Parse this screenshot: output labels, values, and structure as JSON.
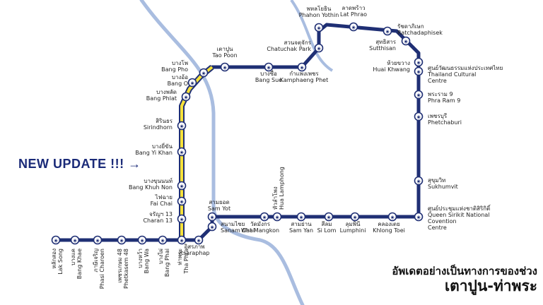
{
  "callout": "NEW UPDATE !!! →",
  "caption": {
    "line1": "อัพเดตอย่างเป็นทางการของช่วง",
    "line2": "เตาปูน-ท่าพระ"
  },
  "colors": {
    "blue_line": "#1f2f74",
    "yellow_segment": "#f6e13a",
    "river": "#a9bde0",
    "station_fill": "#ffffff"
  },
  "station_icon": "metro-train-icon",
  "stations": [
    {
      "th": "หลักสอง",
      "en": "Lak Song"
    },
    {
      "th": "บางแค",
      "en": "Bang Khae"
    },
    {
      "th": "ภาษีเจริญ",
      "en": "Phasi Charoen"
    },
    {
      "th": "เพชรเกษม 48",
      "en": "Phetkasem 48"
    },
    {
      "th": "บางหว้า",
      "en": "Bang Wa"
    },
    {
      "th": "บางไผ่",
      "en": "Bang Phai"
    },
    {
      "th": "ท่าพระ",
      "en": "Tha Phra"
    },
    {
      "th": "อิสรภาพ",
      "en": "Itsaraphap"
    },
    {
      "th": "สนามไชย",
      "en": "Sanam Chai"
    },
    {
      "th": "สามยอด",
      "en": "Sam Yot"
    },
    {
      "th": "วัดมังกร",
      "en": "Wat Mangkon"
    },
    {
      "th": "หัวลำโพง",
      "en": "Hua Lamphong"
    },
    {
      "th": "สามย่าน",
      "en": "Sam Yan"
    },
    {
      "th": "สีลม",
      "en": "Si Lom"
    },
    {
      "th": "ลุมพินี",
      "en": "Lumphini"
    },
    {
      "th": "คลองเตย",
      "en": "Khlong Toei"
    },
    {
      "th": "ศูนย์ประชุมแห่งชาติสิริกิติ์",
      "en": "Queen Sirikit National Covention Centre"
    },
    {
      "th": "สุขุมวิท",
      "en": "Sukhumvit"
    },
    {
      "th": "เพชรบุรี",
      "en": "Phetchaburi"
    },
    {
      "th": "พระราม 9",
      "en": "Phra Ram 9"
    },
    {
      "th": "ศูนย์วัฒนธรรมแห่งประเทศไทย",
      "en": "Thailand Cultural Centre"
    },
    {
      "th": "ห้วยขวาง",
      "en": "Huai Khwang"
    },
    {
      "th": "สุทธิสาร",
      "en": "Sutthisan"
    },
    {
      "th": "รัชดาภิเษก",
      "en": "Ratchadaphisek"
    },
    {
      "th": "ลาดพร้าว",
      "en": "Lat Phrao"
    },
    {
      "th": "พหลโยธิน",
      "en": "Phahon Yothin"
    },
    {
      "th": "สวนจตุจักร",
      "en": "Chatuchak Park"
    },
    {
      "th": "กำแพงเพชร",
      "en": "Kamphaeng Phet"
    },
    {
      "th": "บางซื่อ",
      "en": "Bang Sue"
    },
    {
      "th": "เตาปูน",
      "en": "Tao Poon"
    },
    {
      "th": "บางโพ",
      "en": "Bang Pho"
    },
    {
      "th": "บางอ้อ",
      "en": "Bang O"
    },
    {
      "th": "บางพลัด",
      "en": "Bang Phlat"
    },
    {
      "th": "สิรินธร",
      "en": "Sirindhorn"
    },
    {
      "th": "บางยี่ขัน",
      "en": "Bang Yi Khan"
    },
    {
      "th": "บางขุนนนท์",
      "en": "Bang Khuh Non"
    },
    {
      "th": "ไฟฉาย",
      "en": "Fai Chai"
    },
    {
      "th": "จรัญฯ 13",
      "en": "Charan 13"
    }
  ]
}
